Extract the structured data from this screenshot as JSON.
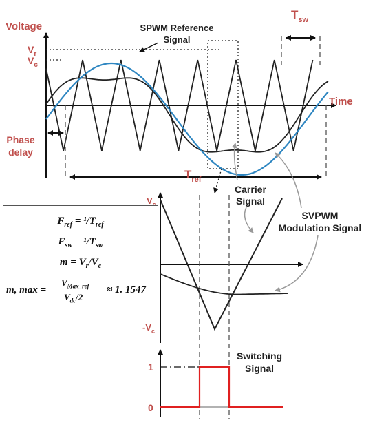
{
  "labels": {
    "voltage": "Voltage",
    "time": "Time",
    "vr": "V",
    "vr_sub": "r",
    "vc": "V",
    "vc_sub": "c",
    "tsw": "T",
    "tsw_sub": "sw",
    "tref": "T",
    "tref_sub": "ref",
    "spwm_ref_line1": "SPWM Reference",
    "spwm_ref_line2": "Signal",
    "phase_line1": "Phase",
    "phase_line2": "delay",
    "carrier_line1": "Carrier",
    "carrier_line2": "Signal",
    "svpwm_line1": "SVPWM",
    "svpwm_line2": "Modulation Signal",
    "zoom_vc": "V",
    "zoom_vc_sub": "c",
    "zoom_negvc": "-V",
    "zoom_negvc_sub": "c",
    "switching_line1": "Switching",
    "switching_line2": "Signal",
    "one": "1",
    "zero": "0"
  },
  "formulas": {
    "f_ref_lhs": "F",
    "f_ref_sub": "ref",
    "f_ref_rhs": "= ¹/T",
    "f_ref_rhs_sub": "ref",
    "f_sw_lhs": "F",
    "f_sw_sub": "sw",
    "f_sw_rhs": "= ¹/T",
    "f_sw_rhs_sub": "sw",
    "m_line": "m = V",
    "m_r": "r",
    "m_slash": "/V",
    "m_c": "c",
    "mmax_lhs": "m, max =",
    "mmax_num": "V",
    "mmax_num_sub": "Max_ref",
    "mmax_den": "V",
    "mmax_den_sub": "dc",
    "mmax_den_tail": "/2",
    "mmax_val": "≈ 1. 1547"
  },
  "colors": {
    "red_label": "#c0504d",
    "reference": "#2e86c1",
    "carrier": "#222222",
    "switching": "#e02020"
  }
}
